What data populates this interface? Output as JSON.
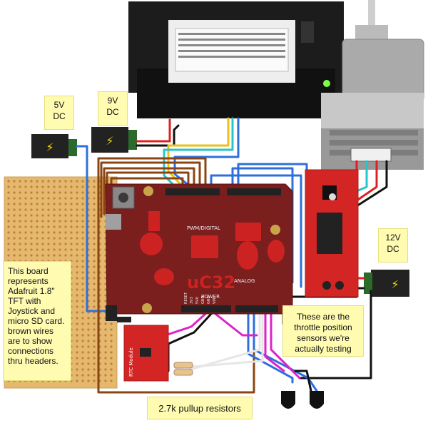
{
  "labels": {
    "dc_5v": "5V\nDC",
    "dc_9v": "9V\nDC",
    "dc_12v": "12V\nDC",
    "board_note": "This board represents Adafruit 1.8\" TFT with Joystick and micro SD card. brown wires are to show connections thru headers.",
    "throttle_note": "These are the throttle position sensors we're actually testing",
    "pullup_note": "2.7k pullup resistors"
  },
  "board": {
    "name": "uC32",
    "pwm_label": "PWM/DIGITAL",
    "analog_label": "ANALOG",
    "power_label": "POWER",
    "power_pins": [
      "RESET",
      "3V3",
      "5V0",
      "GND",
      "GND",
      "VIN"
    ]
  },
  "rtc": {
    "label": "RTC Module"
  },
  "colors": {
    "perfboard": "#e6b86d",
    "uc32_board": "#7a1e1e",
    "driver_board": "#d42525",
    "wire_brown": "#8b4513",
    "wire_blue": "#2f6fdc",
    "wire_yellow": "#e8c21a",
    "wire_cyan": "#27c4c9",
    "wire_magenta": "#e020c8",
    "wire_red": "#e02020",
    "wire_black": "#111111",
    "wire_white": "#e6e6e6",
    "note_bg": "#fffbb0"
  }
}
